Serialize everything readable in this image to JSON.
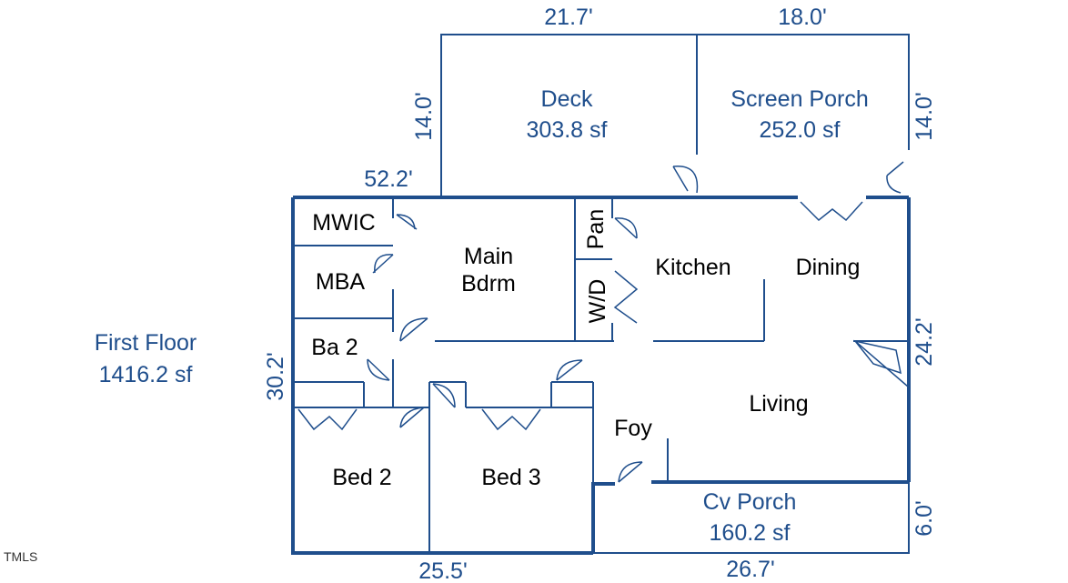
{
  "floor": {
    "name": "First Floor",
    "area": "1416.2 sf"
  },
  "dimensions": {
    "deck_width": "21.7'",
    "porch_width": "18.0'",
    "deck_depth": "14.0'",
    "porch_depth": "14.0'",
    "house_width": "52.2'",
    "house_left_depth": "30.2'",
    "house_right_depth": "24.2'",
    "bottom_left": "25.5'",
    "bottom_right": "26.7'",
    "cv_porch_depth": "6.0'"
  },
  "exterior_areas": {
    "deck": {
      "name": "Deck",
      "area": "303.8 sf"
    },
    "screen_porch": {
      "name": "Screen Porch",
      "area": "252.0 sf"
    },
    "cv_porch": {
      "name": "Cv Porch",
      "area": "160.2 sf"
    }
  },
  "rooms": {
    "mwic": "MWIC",
    "mba": "MBA",
    "main_bdrm_line1": "Main",
    "main_bdrm_line2": "Bdrm",
    "ba2": "Ba 2",
    "pan": "Pan",
    "wd": "W/D",
    "kitchen": "Kitchen",
    "dining": "Dining",
    "living": "Living",
    "foy": "Foy",
    "bed2": "Bed 2",
    "bed3": "Bed 3"
  },
  "watermark": "TMLS",
  "colors": {
    "line": "#1f4e8c",
    "label": "#1f4e8c",
    "room_text": "#000000"
  }
}
